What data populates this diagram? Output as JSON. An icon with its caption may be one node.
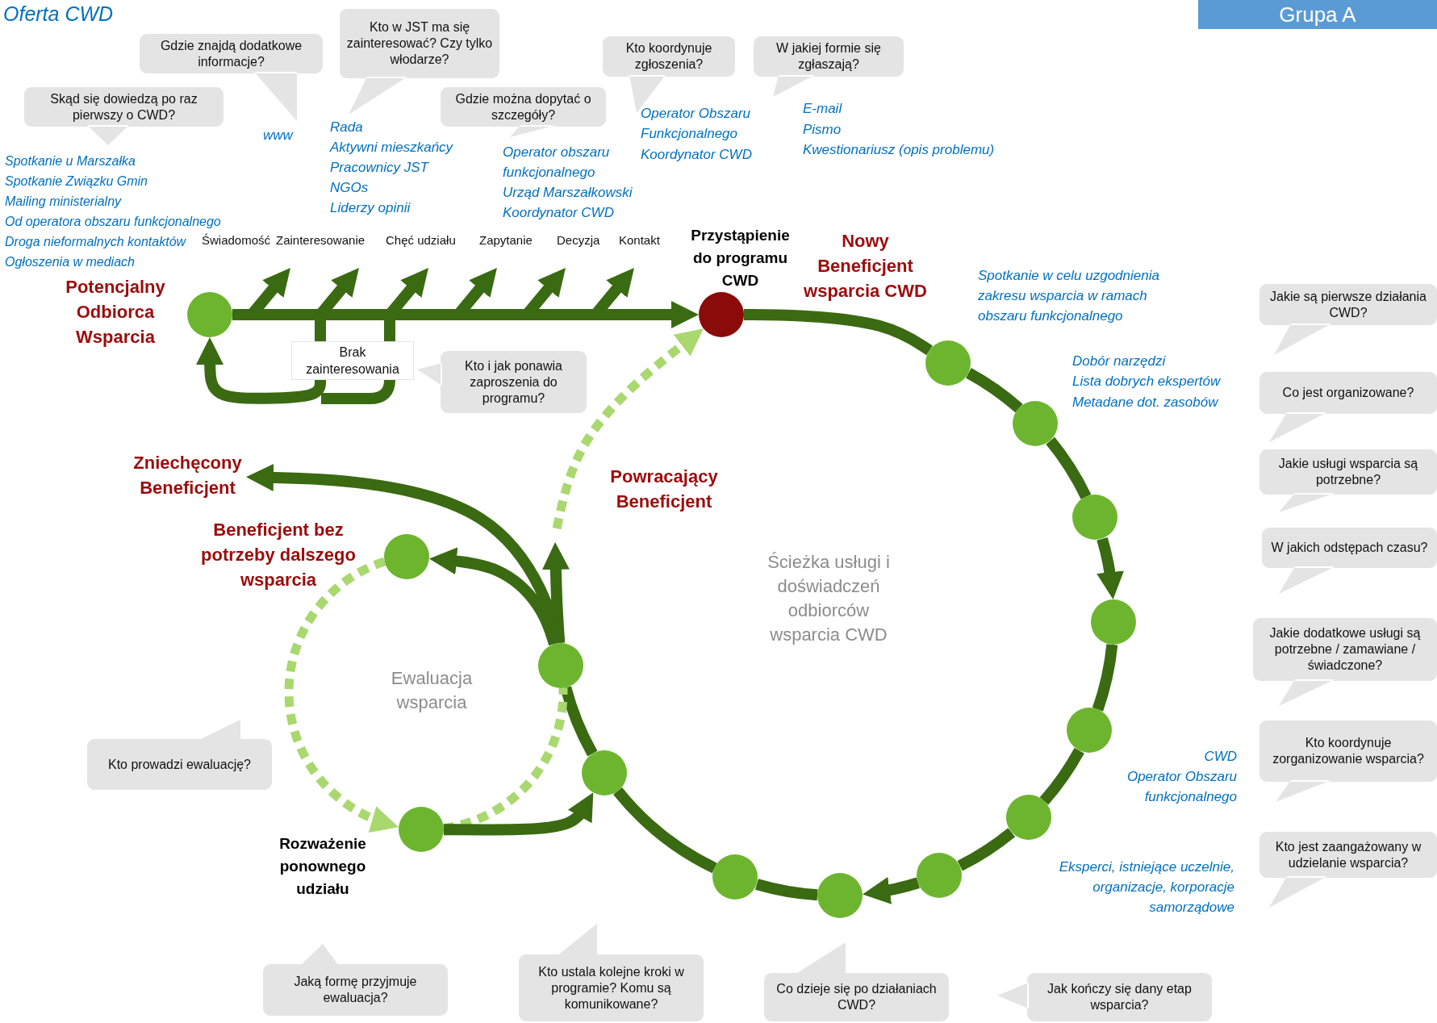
{
  "diagram": {
    "nodes": [
      {
        "text": [
          "Kto w JST ma się zainteresować? Czy tylko włodarze?"
        ]
      },
      {
        "text": [
          "Gdzie znajdą dodatkowe informacje?"
        ]
      },
      {
        "text": [
          "Kto koordynuje zgłoszenia?"
        ]
      },
      {
        "text": [
          "W jakiej formie się zgłaszają?"
        ]
      },
      {
        "text": [
          "Skąd się dowiedzą po raz pierwszy o CWD?"
        ]
      },
      {
        "text": [
          "Gdzie można dopytać o szczegóły?"
        ]
      },
      {
        "text": [],
        "shape": "circle",
        "beside": [
          "Potencjalny Odbiorca Wsparcia"
        ]
      },
      {
        "text": [],
        "shape": "circle",
        "beside": [
          "Przystąpienie do programu CWD",
          "Nowy Beneficjent wsparcia CWD"
        ]
      },
      {
        "text": [
          "Brak zainteresowania"
        ]
      },
      {
        "text": [
          "Kto i jak ponawia zaproszenia do programu?"
        ]
      },
      {
        "text": [
          "Jakie są pierwsze działania CWD?"
        ]
      },
      {
        "text": [
          "Co jest organizowane?"
        ]
      },
      {
        "text": [
          "Zniechęcony Beneficjent"
        ]
      },
      {
        "text": [
          "Jakie usługi wsparcia są potrzebne?"
        ]
      },
      {
        "text": [],
        "shape": "circle",
        "beside": [
          "Beneficjent bez potrzeby dalszego wsparcia"
        ]
      },
      {
        "text": [
          "W jakich odstępach czasu?"
        ]
      },
      {
        "text": [
          "Jakie dodatkowe usługi są potrzebne / zamawiane / świadczone?"
        ]
      },
      {
        "text": [
          "Kto prowadzi ewaluację?"
        ]
      },
      {
        "text": [
          "Kto koordynuje zorganizowanie wsparcia?"
        ]
      },
      {
        "text": [],
        "shape": "circle",
        "beside": [
          "Rozważenie ponownego udziału"
        ]
      },
      {
        "text": [
          "Kto jest zaangażowany w udzielanie wsparcia?"
        ]
      },
      {
        "text": [
          "Jaką formę przyjmuje ewaluacja?"
        ]
      },
      {
        "text": [
          "Kto ustala kolejne kroki w programie? Komu są komunikowane?"
        ]
      },
      {
        "text": [
          "Co dzieje się po działaniach CWD?"
        ]
      },
      {
        "text": [
          "Jak kończy się dany etap wsparcia?"
        ]
      },
      {
        "text": [],
        "shape": "circle"
      },
      {
        "text": [],
        "shape": "circle"
      },
      {
        "text": [],
        "shape": "circle"
      },
      {
        "text": [],
        "shape": "circle"
      },
      {
        "text": [],
        "shape": "circle"
      },
      {
        "text": [],
        "shape": "circle"
      },
      {
        "text": [],
        "shape": "circle"
      },
      {
        "text": [],
        "shape": "circle"
      },
      {
        "text": [],
        "shape": "circle"
      },
      {
        "text": [],
        "shape": "circle"
      },
      {
        "text": [],
        "shape": "circle"
      }
    ],
    "edges": [
      {
        "from": 6,
        "to": 7,
        "arrow": "to"
      },
      {
        "from": 8,
        "to": 6,
        "arrow": "to"
      },
      {
        "from": 7,
        "to": 25,
        "arrow": "none"
      },
      {
        "from": 25,
        "to": 26,
        "arrow": "none"
      },
      {
        "from": 26,
        "to": 27,
        "arrow": "none"
      },
      {
        "from": 27,
        "to": 28,
        "arrow": "to"
      },
      {
        "from": 28,
        "to": 29,
        "arrow": "none"
      },
      {
        "from": 29,
        "to": 30,
        "arrow": "none"
      },
      {
        "from": 30,
        "to": 31,
        "arrow": "none"
      },
      {
        "from": 31,
        "to": 32,
        "arrow": "to"
      },
      {
        "from": 32,
        "to": 33,
        "arrow": "none"
      },
      {
        "from": 33,
        "to": 34,
        "arrow": "none"
      },
      {
        "from": 34,
        "to": 35,
        "arrow": "none"
      },
      {
        "from": 35,
        "to": 12,
        "arrow": "to"
      },
      {
        "from": 35,
        "to": 14,
        "arrow": "to"
      },
      {
        "from": 35,
        "to": null,
        "arrow": "to"
      },
      {
        "from": null,
        "to": 7,
        "arrow": "to",
        "style": "dashed",
        "color": "#a9d86e"
      },
      {
        "from": 14,
        "to": 19,
        "arrow": "to",
        "style": "dashed",
        "color": "#a9d86e"
      },
      {
        "from": 19,
        "to": 35,
        "arrow": "none",
        "style": "dashed",
        "color": "#a9d86e"
      },
      {
        "from": 19,
        "to": 34,
        "arrow": "to"
      }
    ],
    "labels": [
      "Oferta CWD",
      "Grupa A",
      "www",
      "Rada",
      "Aktywni mieszkańcy",
      "Pracownicy JST",
      "NGOs",
      "Liderzy opinii",
      "Operator Obszaru Funkcjonalnego",
      "Koordynator CWD",
      "E-mail",
      "Pismo",
      "Kwestionariusz (opis problemu)",
      "Spotkanie u Marszałka",
      "Spotkanie Związku Gmin",
      "Mailing ministerialny",
      "Od operatora obszaru funkcjonalnego",
      "Droga nieformalnych kontaktów",
      "Ogłoszenia w mediach",
      "Operator obszaru funkcjonalnego",
      "Urząd Marszałkowski",
      "Koordynator CWD",
      "Świadomość",
      "Zainteresowanie",
      "Chęć udziału",
      "Zapytanie",
      "Decyzja",
      "Kontakt",
      "Spotkanie w celu uzgodnienia zakresu wsparcia w ramach obszaru funkcjonalnego",
      "Dobór narzędzi",
      "Lista dobrych ekspertów",
      "Metadane dot. zasobów",
      "Powracający Beneficjent",
      "Ścieżka usługi i doświadczeń odbiorców wsparcia CWD",
      "CWD",
      "Operator Obszaru funkcjonalnego",
      "Ewaluacja wsparcia",
      "Eksperci, istniejące uczelnie, organizacje, korporacje samorządowe"
    ]
  }
}
